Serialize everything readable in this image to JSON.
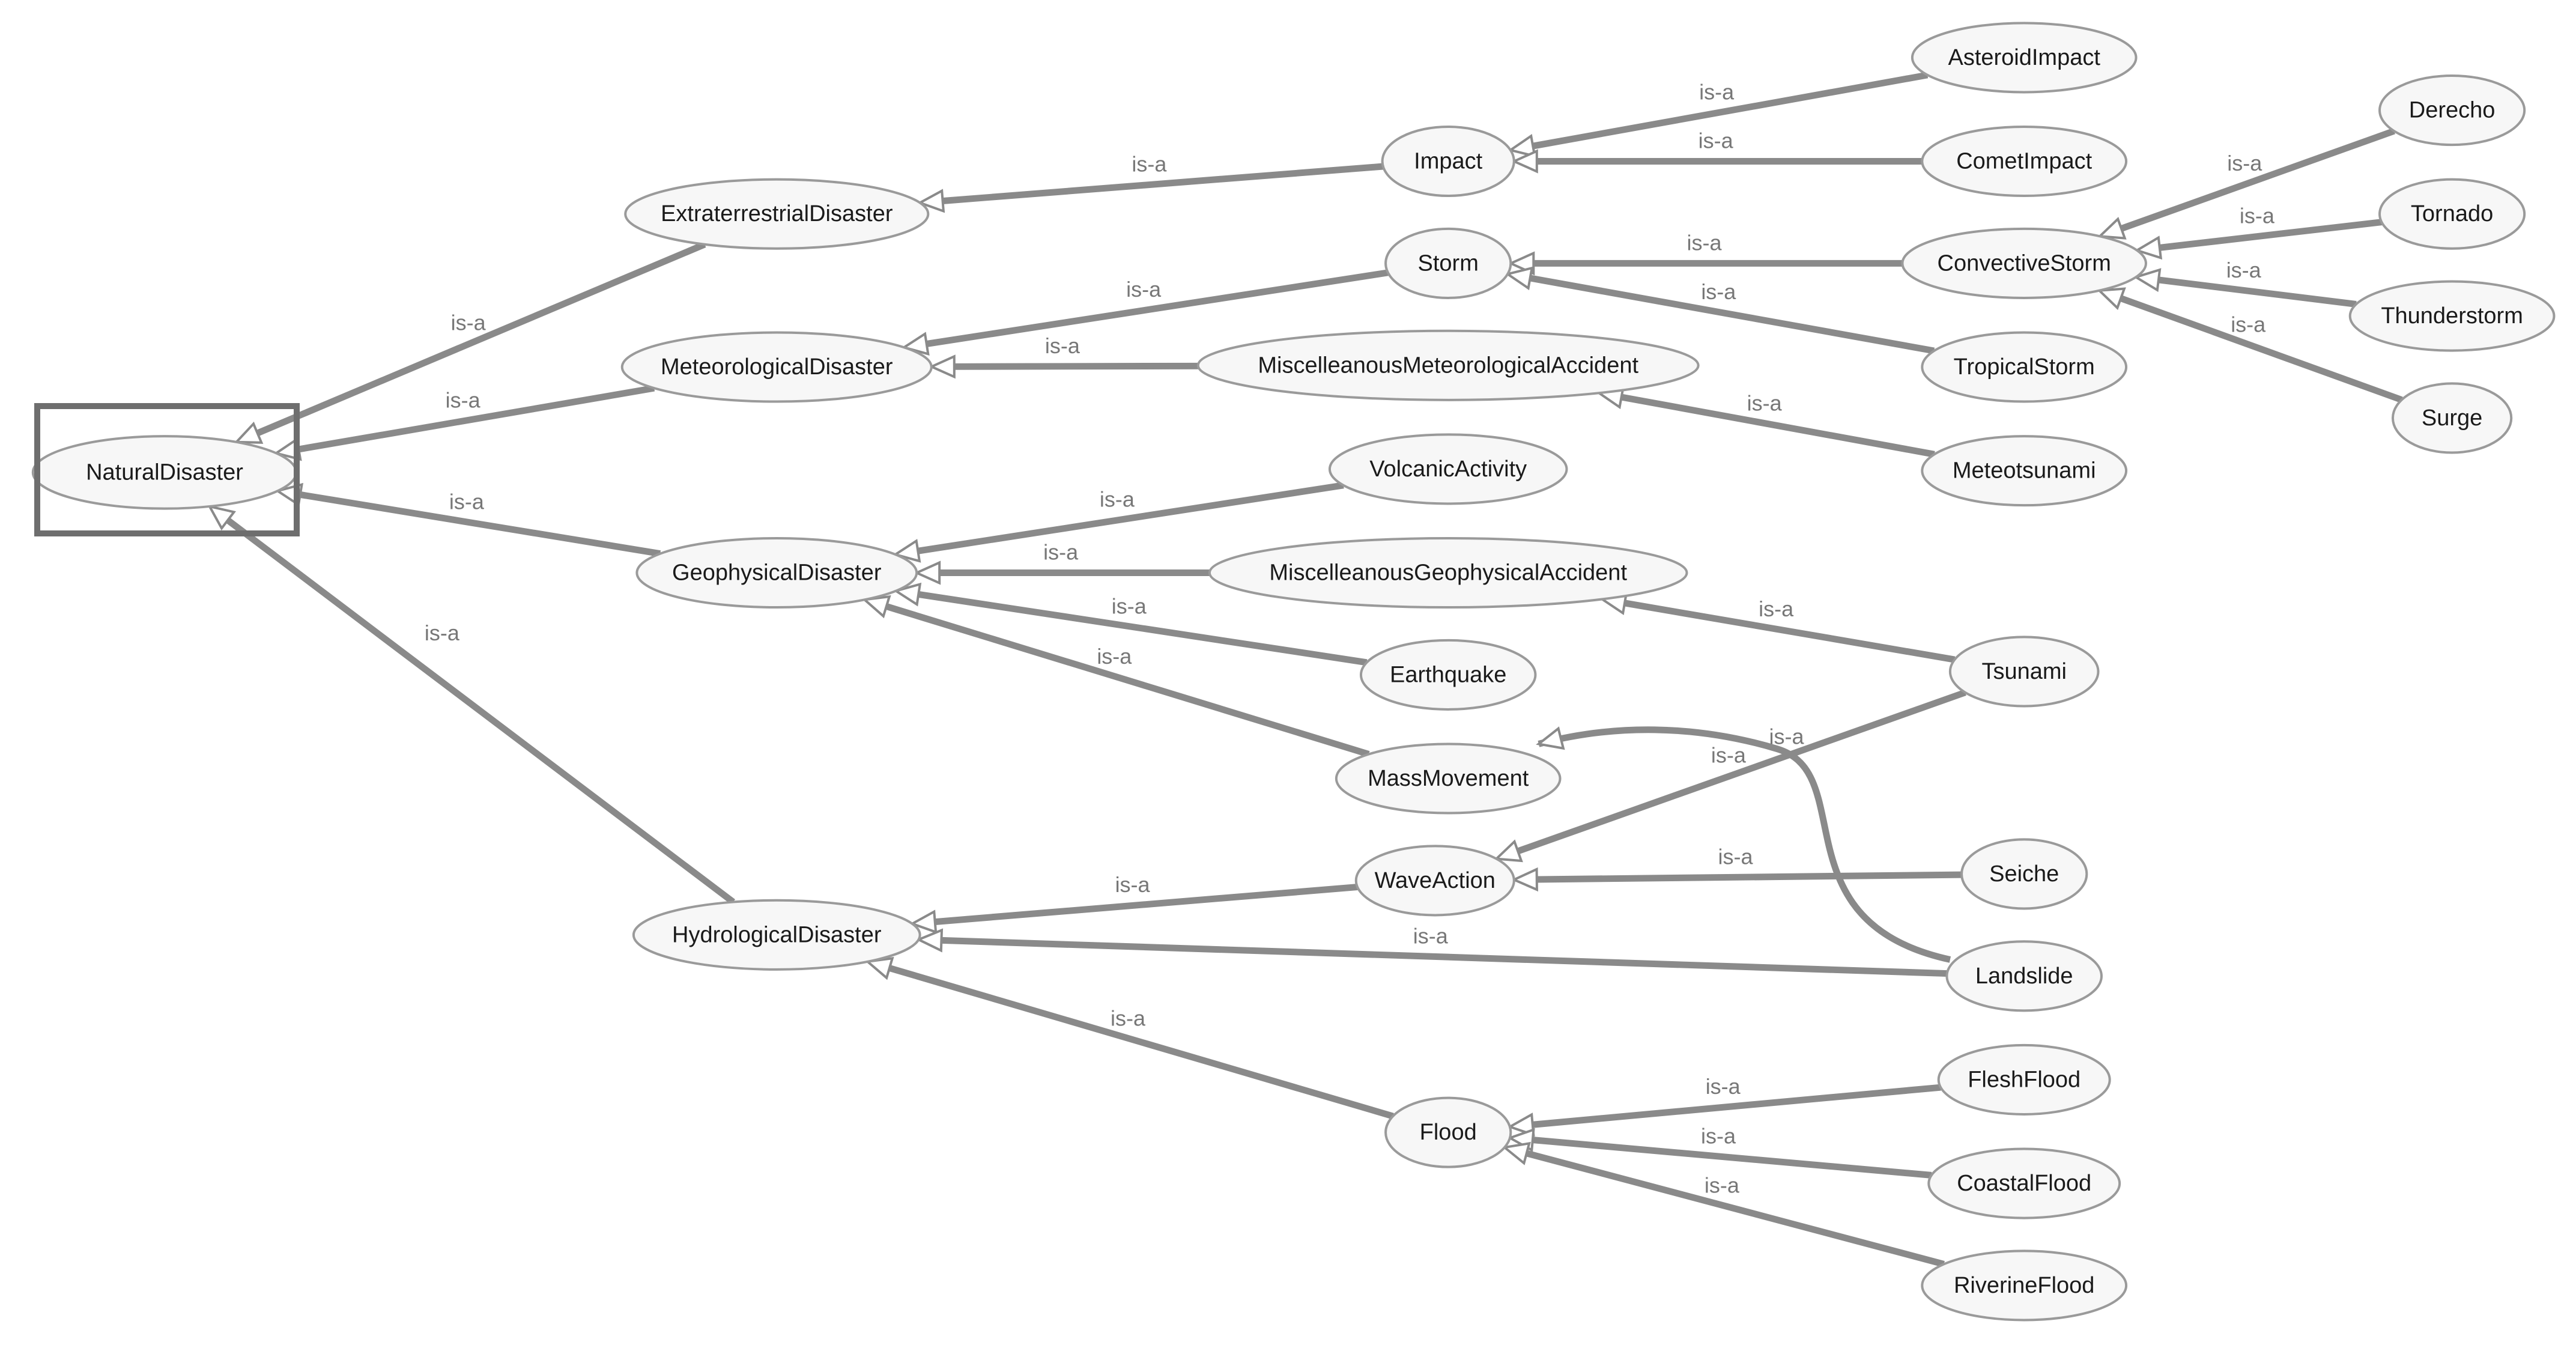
{
  "edge_label": "is-a",
  "nodes": {
    "NaturalDisaster": "NaturalDisaster",
    "ExtraterrestrialDisaster": "ExtraterrestrialDisaster",
    "MeteorologicalDisaster": "MeteorologicalDisaster",
    "GeophysicalDisaster": "GeophysicalDisaster",
    "HydrologicalDisaster": "HydrologicalDisaster",
    "Impact": "Impact",
    "Storm": "Storm",
    "MiscelleanousMeteorologicalAccident": "MiscelleanousMeteorologicalAccident",
    "VolcanicActivity": "VolcanicActivity",
    "MiscelleanousGeophysicalAccident": "MiscelleanousGeophysicalAccident",
    "Earthquake": "Earthquake",
    "MassMovement": "MassMovement",
    "WaveAction": "WaveAction",
    "Flood": "Flood",
    "AsteroidImpact": "AsteroidImpact",
    "CometImpact": "CometImpact",
    "ConvectiveStorm": "ConvectiveStorm",
    "TropicalStorm": "TropicalStorm",
    "Meteotsunami": "Meteotsunami",
    "Tsunami": "Tsunami",
    "Seiche": "Seiche",
    "Landslide": "Landslide",
    "FleshFlood": "FleshFlood",
    "CoastalFlood": "CoastalFlood",
    "RiverineFlood": "RiverineFlood",
    "Derecho": "Derecho",
    "Tornado": "Tornado",
    "Thunderstorm": "Thunderstorm",
    "Surge": "Surge"
  },
  "edges": [
    {
      "from": "ExtraterrestrialDisaster",
      "to": "NaturalDisaster"
    },
    {
      "from": "MeteorologicalDisaster",
      "to": "NaturalDisaster"
    },
    {
      "from": "GeophysicalDisaster",
      "to": "NaturalDisaster"
    },
    {
      "from": "HydrologicalDisaster",
      "to": "NaturalDisaster"
    },
    {
      "from": "Impact",
      "to": "ExtraterrestrialDisaster"
    },
    {
      "from": "Storm",
      "to": "MeteorologicalDisaster"
    },
    {
      "from": "MiscelleanousMeteorologicalAccident",
      "to": "MeteorologicalDisaster"
    },
    {
      "from": "VolcanicActivity",
      "to": "GeophysicalDisaster"
    },
    {
      "from": "MiscelleanousGeophysicalAccident",
      "to": "GeophysicalDisaster"
    },
    {
      "from": "Earthquake",
      "to": "GeophysicalDisaster"
    },
    {
      "from": "MassMovement",
      "to": "GeophysicalDisaster"
    },
    {
      "from": "WaveAction",
      "to": "HydrologicalDisaster"
    },
    {
      "from": "Landslide",
      "to": "HydrologicalDisaster"
    },
    {
      "from": "Flood",
      "to": "HydrologicalDisaster"
    },
    {
      "from": "AsteroidImpact",
      "to": "Impact"
    },
    {
      "from": "CometImpact",
      "to": "Impact"
    },
    {
      "from": "ConvectiveStorm",
      "to": "Storm"
    },
    {
      "from": "TropicalStorm",
      "to": "Storm"
    },
    {
      "from": "Meteotsunami",
      "to": "MiscelleanousMeteorologicalAccident"
    },
    {
      "from": "Tsunami",
      "to": "MiscelleanousGeophysicalAccident"
    },
    {
      "from": "Landslide",
      "to": "MassMovement"
    },
    {
      "from": "Tsunami",
      "to": "WaveAction"
    },
    {
      "from": "Seiche",
      "to": "WaveAction"
    },
    {
      "from": "FleshFlood",
      "to": "Flood"
    },
    {
      "from": "CoastalFlood",
      "to": "Flood"
    },
    {
      "from": "RiverineFlood",
      "to": "Flood"
    },
    {
      "from": "Derecho",
      "to": "ConvectiveStorm"
    },
    {
      "from": "Tornado",
      "to": "ConvectiveStorm"
    },
    {
      "from": "Thunderstorm",
      "to": "ConvectiveStorm"
    },
    {
      "from": "Surge",
      "to": "ConvectiveStorm"
    }
  ]
}
